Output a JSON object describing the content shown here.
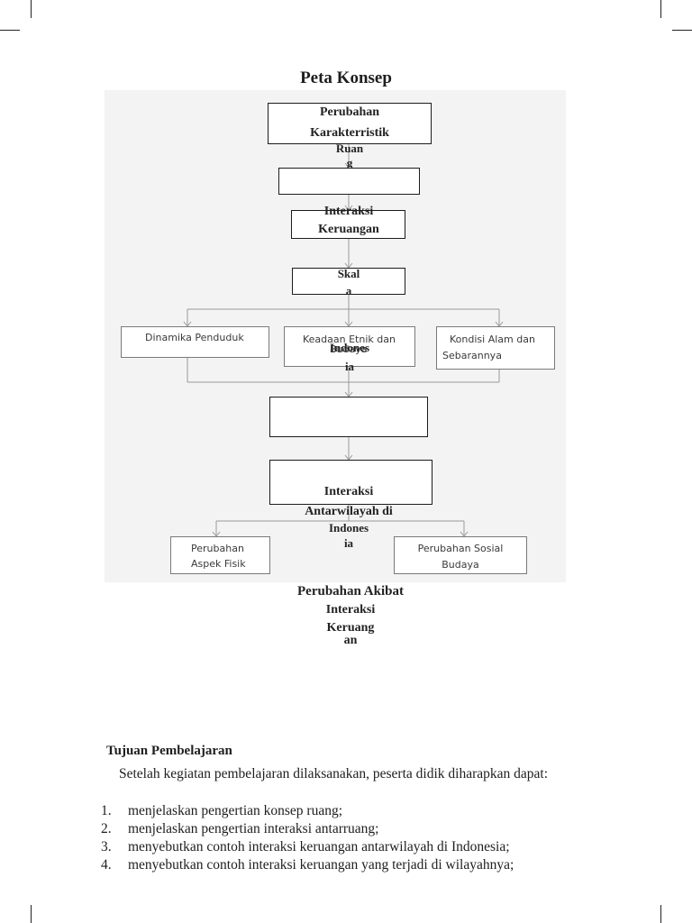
{
  "title": "Peta Konsep",
  "concept_map": {
    "box1_line1": "Perubahan",
    "box1_line2": "Karakterristik",
    "label_ruang_1": "Ruan",
    "label_ruang_2": "g",
    "box3_line1": "Interaksi",
    "box3_line2": "Keruangan",
    "label_skala_1": "Skal",
    "label_skala_2": "a",
    "branch_left": "Dinamika Penduduk",
    "branch_mid_1": "Keadaan Etnik dan",
    "branch_mid_2": "Budaya",
    "label_indonesia_1": "Indones",
    "label_indonesia_2": "ia",
    "branch_right_1": "Kondisi Alam dan",
    "branch_right_2": "Sebarannya",
    "box6_line1": "Interaksi",
    "box6_line2": "Antarwilayah di",
    "box6_line3": "Indones",
    "box6_line4": "ia",
    "out_left_1": "Perubahan",
    "out_left_2": "Aspek Fisik",
    "out_right_1": "Perubahan Sosial",
    "out_right_2": "Budaya",
    "caption_1": "Perubahan Akibat",
    "caption_2": "Interaksi",
    "caption_3": "Keruang",
    "caption_4": "an"
  },
  "learning_goals": {
    "heading": "Tujuan Pembelajaran",
    "intro": "Setelah kegiatan pembelajaran dilaksanakan, peserta didik diharapkan dapat:",
    "items": [
      {
        "num": "1.",
        "text": "menjelaskan pengertian konsep ruang;"
      },
      {
        "num": "2.",
        "text": "menjelaskan pengertian interaksi antarruang;"
      },
      {
        "num": "3.",
        "text": "menyebutkan contoh interaksi keruangan antarwilayah di Indonesia;"
      },
      {
        "num": "4.",
        "text": "menyebutkan contoh interaksi keruangan yang terjadi di wilayahnya;"
      }
    ]
  }
}
